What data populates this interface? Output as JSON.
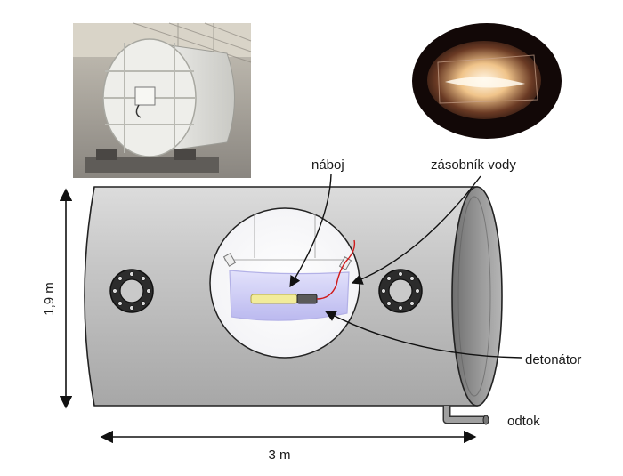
{
  "labels": {
    "charge": "náboj",
    "water_tank": "zásobník vody",
    "detonator": "detonátor",
    "drain": "odtok",
    "height": "1,9 m",
    "length": "3 m"
  },
  "photos": {
    "chamber_photo": "explosion-chamber-photo",
    "explosion_photo": "water-tank-explosion-photo"
  },
  "colors": {
    "tank_body": "#bdbdbd",
    "tank_end": "#9a9a9a",
    "water": "#c9c8f4",
    "charge": "#f2ec9a",
    "fuse_wire": "#d01a1a",
    "outline": "#222222"
  }
}
